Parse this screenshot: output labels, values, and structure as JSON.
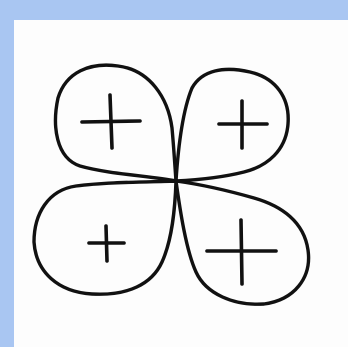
{
  "colors": {
    "frame": "#a9c6f2",
    "paper": "#fdfdfd",
    "ink": "#111111"
  },
  "diagram": {
    "shape": "four-lobed clover",
    "lobes": [
      {
        "position": "top-left",
        "sign": "+"
      },
      {
        "position": "top-right",
        "sign": "+"
      },
      {
        "position": "bottom-left",
        "sign": "+"
      },
      {
        "position": "bottom-right",
        "sign": "+"
      }
    ]
  }
}
